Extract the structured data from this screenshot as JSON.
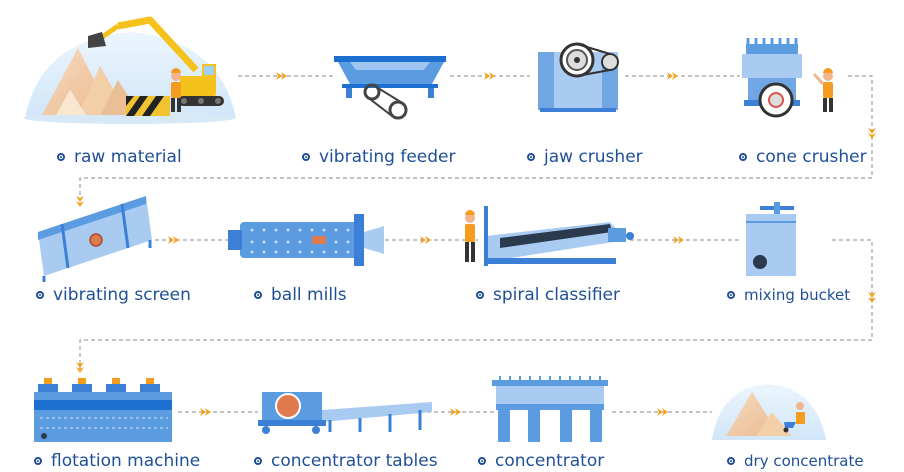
{
  "colors": {
    "label": "#1f4f97",
    "machine_blue": "#5b9be0",
    "machine_light": "#cfe3fb",
    "arrow_orange": "#f5a21b",
    "dashed_line": "#9a9a9a",
    "worker_orange": "#f39c1f"
  },
  "process": {
    "rows": [
      {
        "steps": [
          {
            "label": "raw material",
            "icon": "excavator-quarry-icon"
          },
          {
            "label": "vibrating feeder",
            "icon": "vibrating-feeder-icon"
          },
          {
            "label": "jaw crusher",
            "icon": "jaw-crusher-icon"
          },
          {
            "label": "cone crusher",
            "icon": "cone-crusher-icon"
          }
        ]
      },
      {
        "steps": [
          {
            "label": "vibrating screen",
            "icon": "vibrating-screen-icon"
          },
          {
            "label": "ball mills",
            "icon": "ball-mill-icon"
          },
          {
            "label": "spiral classifier",
            "icon": "spiral-classifier-icon"
          },
          {
            "label": "mixing bucket",
            "icon": "mixing-bucket-icon"
          }
        ]
      },
      {
        "steps": [
          {
            "label": "flotation machine",
            "icon": "flotation-machine-icon"
          },
          {
            "label": "concentrator tables",
            "icon": "concentrator-table-icon"
          },
          {
            "label": "concentrator",
            "icon": "concentrator-icon"
          },
          {
            "label": "dry concentrate",
            "icon": "dry-concentrate-pile-icon"
          }
        ]
      }
    ]
  }
}
